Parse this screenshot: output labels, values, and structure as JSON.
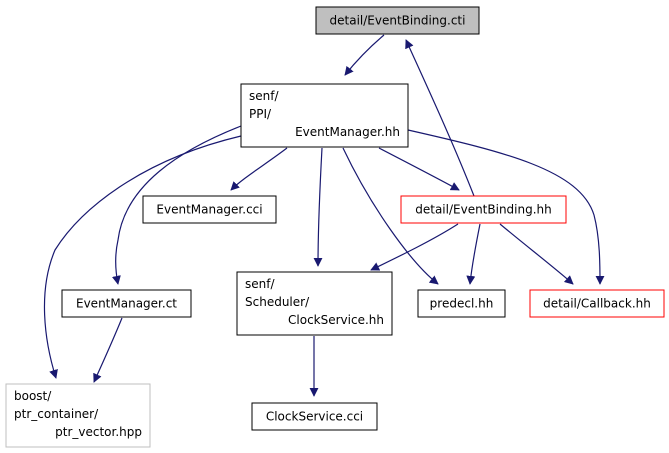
{
  "colors": {
    "edge": "#191970",
    "box_default": "#000000",
    "box_incomplete": "#ff0000",
    "box_external": "#bfbfbf",
    "box_root_fill": "#bfbfbf"
  },
  "nodes": [
    {
      "id": "event_binding_cti",
      "lines": [
        "detail/EventBinding.cti"
      ],
      "style": "root"
    },
    {
      "id": "event_manager_hh",
      "lines": [
        "senf/",
        "PPI/",
        "EventManager.hh"
      ],
      "style": "default"
    },
    {
      "id": "event_manager_cci",
      "lines": [
        "EventManager.cci"
      ],
      "style": "default"
    },
    {
      "id": "event_binding_hh",
      "lines": [
        "detail/EventBinding.hh"
      ],
      "style": "incomplete"
    },
    {
      "id": "event_manager_ct",
      "lines": [
        "EventManager.ct"
      ],
      "style": "default"
    },
    {
      "id": "clock_service_hh",
      "lines": [
        "senf/",
        "Scheduler/",
        "ClockService.hh"
      ],
      "style": "default"
    },
    {
      "id": "predecl_hh",
      "lines": [
        "predecl.hh"
      ],
      "style": "default"
    },
    {
      "id": "callback_hh",
      "lines": [
        "detail/Callback.hh"
      ],
      "style": "incomplete"
    },
    {
      "id": "ptr_vector_hpp",
      "lines": [
        "boost/",
        "ptr_container/",
        "ptr_vector.hpp"
      ],
      "style": "external"
    },
    {
      "id": "clock_service_cci",
      "lines": [
        "ClockService.cci"
      ],
      "style": "default"
    }
  ],
  "edges": [
    {
      "from": "event_binding_cti",
      "to": "event_manager_hh"
    },
    {
      "from": "event_manager_hh",
      "to": "event_manager_cci"
    },
    {
      "from": "event_manager_hh",
      "to": "event_binding_hh"
    },
    {
      "from": "event_manager_hh",
      "to": "event_manager_ct"
    },
    {
      "from": "event_manager_hh",
      "to": "clock_service_hh"
    },
    {
      "from": "event_manager_hh",
      "to": "predecl_hh"
    },
    {
      "from": "event_manager_hh",
      "to": "callback_hh"
    },
    {
      "from": "event_manager_hh",
      "to": "ptr_vector_hpp"
    },
    {
      "from": "event_binding_hh",
      "to": "event_binding_cti"
    },
    {
      "from": "event_binding_hh",
      "to": "clock_service_hh"
    },
    {
      "from": "event_binding_hh",
      "to": "predecl_hh"
    },
    {
      "from": "event_binding_hh",
      "to": "callback_hh"
    },
    {
      "from": "event_manager_ct",
      "to": "ptr_vector_hpp"
    },
    {
      "from": "clock_service_hh",
      "to": "clock_service_cci"
    }
  ]
}
